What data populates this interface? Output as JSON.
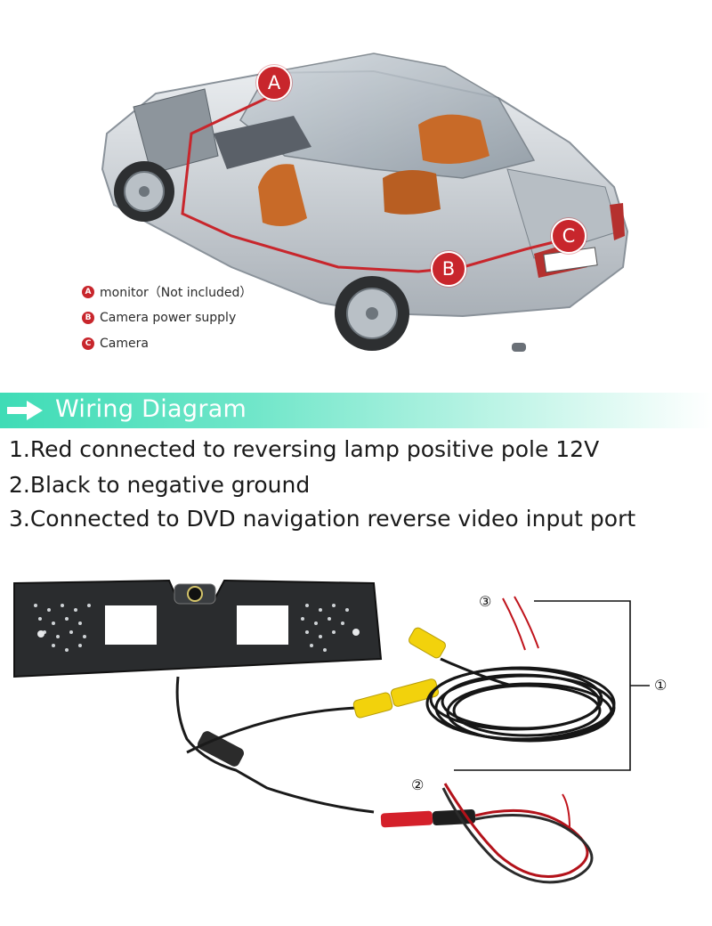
{
  "callouts": {
    "a": "A",
    "b": "B",
    "c": "C"
  },
  "legend": [
    {
      "letter": "A",
      "text": "monitor（Not included）"
    },
    {
      "letter": "B",
      "text": "Camera power supply"
    },
    {
      "letter": "C",
      "text": "Camera"
    }
  ],
  "banner": {
    "title": "Wiring Diagram",
    "icon": "arrow-right-icon"
  },
  "instructions": [
    "1.Red connected to reversing lamp positive pole 12V",
    "2.Black to negative ground",
    "3.Connected to DVD navigation reverse video input port"
  ],
  "markers": {
    "one": "①",
    "two": "②",
    "three": "③"
  },
  "colors": {
    "callout_red": "#c8262c",
    "banner_teal": "#3fdcb6",
    "wire_red": "#c0141c",
    "rca_yellow": "#f2d20c"
  }
}
